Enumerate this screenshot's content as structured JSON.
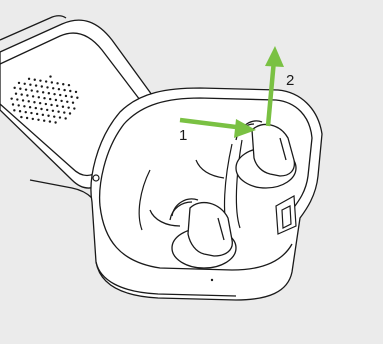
{
  "illustration": {
    "subject": "hearing-aid-charging-case",
    "step_labels": [
      "1",
      "2"
    ]
  },
  "colors": {
    "background": "#ebebeb",
    "arrow": "#7ac143",
    "line": "#1a1a1a",
    "case_fill": "#ffffff"
  }
}
